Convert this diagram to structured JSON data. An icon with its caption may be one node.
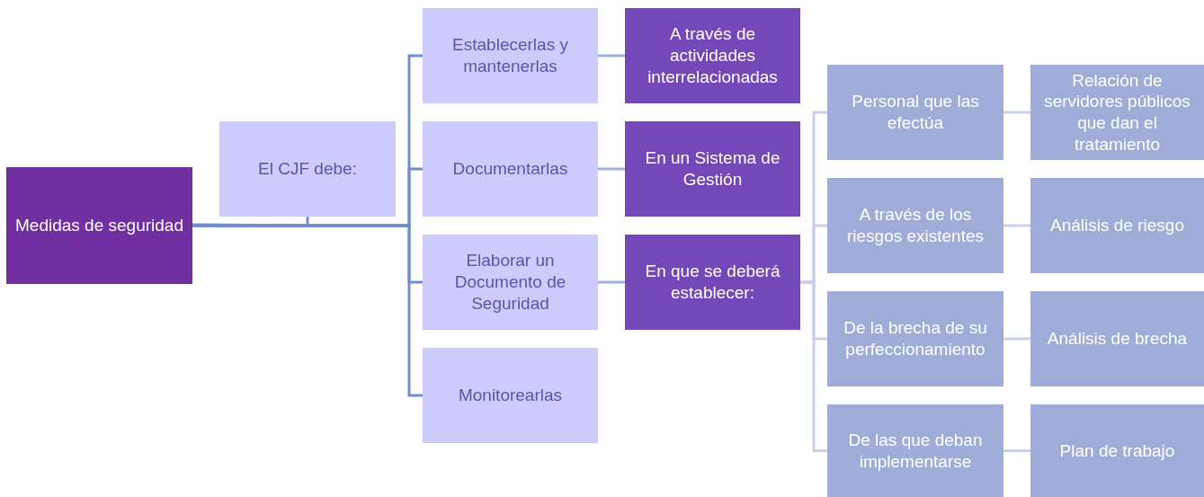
{
  "diagram": {
    "nodes": [
      {
        "text": [
          "Medidas de seguridad"
        ]
      },
      {
        "text": [
          "El CJF debe:"
        ]
      },
      {
        "text": [
          "Establecerlas y mantenerlas"
        ]
      },
      {
        "text": [
          "Documentarlas"
        ]
      },
      {
        "text": [
          "Elaborar un Documento de Seguridad"
        ]
      },
      {
        "text": [
          "Monitorearlas"
        ]
      },
      {
        "text": [
          "A través de actividades interrelacionadas"
        ]
      },
      {
        "text": [
          "En un Sistema de Gestión"
        ]
      },
      {
        "text": [
          "En que se deberá establecer:"
        ]
      },
      {
        "text": [
          "Personal que las efectúa"
        ]
      },
      {
        "text": [
          "Relación de servidores públicos que dan el tratamiento"
        ]
      },
      {
        "text": [
          "A través de los riesgos existentes"
        ]
      },
      {
        "text": [
          "Análisis de riesgo"
        ]
      },
      {
        "text": [
          "De la brecha de su perfeccionamiento"
        ]
      },
      {
        "text": [
          "Análisis de brecha"
        ]
      },
      {
        "text": [
          "De las que deban implementarse"
        ]
      },
      {
        "text": [
          "Plan de trabajo"
        ]
      }
    ],
    "edges": [
      {
        "from": 0,
        "to": 1,
        "arrow": "none",
        "color": "#6f8dd0"
      },
      {
        "from": 0,
        "to": 2,
        "arrow": "none",
        "color": "#6f8dd0"
      },
      {
        "from": 0,
        "to": 3,
        "arrow": "none",
        "color": "#6f8dd0"
      },
      {
        "from": 0,
        "to": 4,
        "arrow": "none",
        "color": "#6f8dd0"
      },
      {
        "from": 0,
        "to": 5,
        "arrow": "none",
        "color": "#6f8dd0"
      },
      {
        "from": 2,
        "to": 6,
        "arrow": "none",
        "color": "#9eb0dc"
      },
      {
        "from": 3,
        "to": 7,
        "arrow": "none",
        "color": "#9eb0dc"
      },
      {
        "from": 4,
        "to": 8,
        "arrow": "none",
        "color": "#9eb0dc"
      },
      {
        "from": 8,
        "to": 9,
        "arrow": "none"
      },
      {
        "from": 8,
        "to": 11,
        "arrow": "none"
      },
      {
        "from": 8,
        "to": 13,
        "arrow": "none"
      },
      {
        "from": 8,
        "to": 15,
        "arrow": "none"
      },
      {
        "from": 9,
        "to": 10,
        "arrow": "none"
      },
      {
        "from": 11,
        "to": 12,
        "arrow": "none"
      },
      {
        "from": 13,
        "to": 14,
        "arrow": "none"
      },
      {
        "from": 15,
        "to": 16,
        "arrow": "none"
      }
    ]
  }
}
